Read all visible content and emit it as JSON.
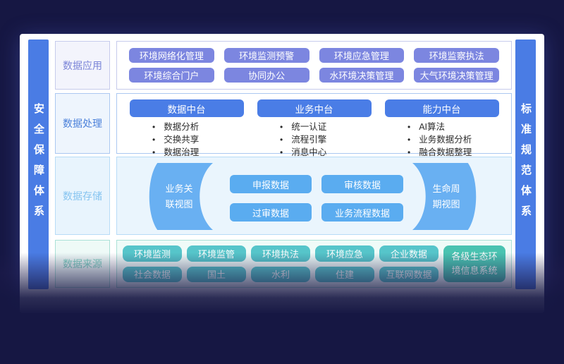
{
  "colors": {
    "background": "#161743",
    "panel": "#ffffff",
    "side_bar_blue": "#4a7ce4",
    "app_button": "#7c86e0",
    "mid_header": "#4a7de6",
    "storage_button": "#5aacf0",
    "storage_ribbon": "#69b0f2",
    "source_button": "#56c5ca",
    "source_tall_button": "#4ac3b1"
  },
  "side_bars": {
    "left": "安全保障体系",
    "right": "标准规范体系"
  },
  "rows": [
    {
      "label": "数据应用",
      "buttons": [
        "环境网络化管理",
        "环境监测预警",
        "环境应急管理",
        "环境监察执法",
        "环境综合门户",
        "协同办公",
        "水环境决策管理",
        "大气环境决策管理"
      ]
    },
    {
      "label": "数据处理",
      "columns": [
        {
          "header": "数据中台",
          "items": [
            "数据分析",
            "交换共享",
            "数据治理"
          ]
        },
        {
          "header": "业务中台",
          "items": [
            "统一认证",
            "流程引擎",
            "消息中心"
          ]
        },
        {
          "header": "能力中台",
          "items": [
            "AI算法",
            "业务数据分析",
            "融合数据整理"
          ]
        }
      ]
    },
    {
      "label": "数据存储",
      "left_view": "业务关联视图",
      "right_view": "生命周期视图",
      "buttons": [
        "申报数据",
        "审核数据",
        "过审数据",
        "业务流程数据"
      ]
    },
    {
      "label": "数据来源",
      "top_buttons": [
        "环境监测",
        "环境监管",
        "环境执法",
        "环境应急",
        "企业数据"
      ],
      "bottom_buttons": [
        "社会数据",
        "国土",
        "水利",
        "住建",
        "互联网数据"
      ],
      "tall_button": "各级生态环境信息系统"
    }
  ]
}
